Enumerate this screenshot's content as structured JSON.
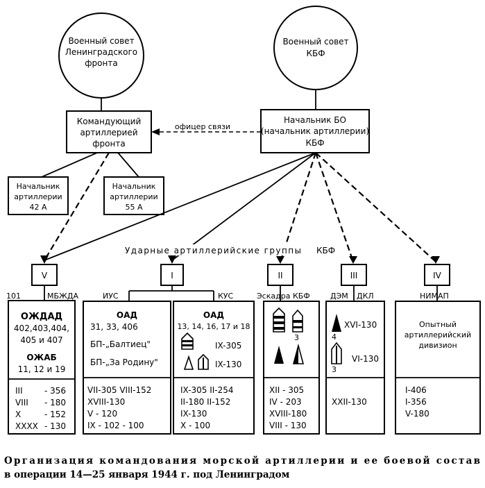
{
  "councils": {
    "front": [
      "Военный совет",
      "Ленинградского",
      "фронта"
    ],
    "kbf": [
      "Военный совет",
      "КБФ"
    ]
  },
  "commanders": {
    "front_artillery": [
      "Командующий",
      "артиллерией",
      "фронта"
    ],
    "bo_chief": [
      "Начальник БО",
      "(начальник артиллерии)",
      "КБФ"
    ],
    "liaison": "офицер связи"
  },
  "army_chiefs": [
    [
      "Начальник",
      "артиллерии",
      "42 А"
    ],
    [
      "Начальник",
      "артиллерии",
      "55 А"
    ]
  ],
  "strike_groups_label": {
    "text": "Ударные артиллерийские группы",
    "kbf": "КБФ"
  },
  "groups": {
    "V": {
      "numeral": "V",
      "labels": [
        "101",
        "МБЖДА"
      ]
    },
    "I": {
      "numeral": "I",
      "labels": [
        "ИУС",
        "КУС"
      ]
    },
    "II": {
      "numeral": "II",
      "labels": [
        "Эскадра КБФ"
      ]
    },
    "III": {
      "numeral": "III",
      "labels": [
        "ДЭМ",
        "ДКЛ"
      ]
    },
    "IV": {
      "numeral": "IV",
      "labels": [
        "НИМАП"
      ]
    }
  },
  "units": {
    "mbzhda": {
      "ozhdad": [
        "ОЖДАД",
        "402,403,404,",
        "405 и 407"
      ],
      "ozhab": [
        "ОЖАБ",
        "11, 12 и 19"
      ],
      "list": [
        [
          "III",
          "- 356"
        ],
        [
          "VIII",
          "- 180"
        ],
        [
          "X",
          "- 152"
        ],
        [
          "XXXX",
          "- 130"
        ]
      ]
    },
    "ius": {
      "title": "ОАД",
      "lines": [
        "31, 33, 406",
        "БП-„Балтиец\"",
        "БП-„За Родину\""
      ],
      "list": [
        "VII-305  VIII-152",
        "XVIII-130",
        "V  - 120",
        "IX - 102 - 100"
      ]
    },
    "kus": {
      "title": "ОАД",
      "sub": "13, 14, 16, 17 и 18",
      "tags": [
        "IX-305",
        "IX-130"
      ],
      "list": [
        "IX-305  II-254",
        "II-180  II-152",
        "IX-130",
        "X  - 100"
      ]
    },
    "squadron": {
      "icon_num": "3",
      "list": [
        "XII - 305",
        "IV   - 203",
        "XVIII-180",
        "VIII - 130"
      ]
    },
    "dem": {
      "tags": [
        "XVI-130",
        "VI-130"
      ],
      "nums": [
        "4",
        "3"
      ],
      "list": [
        "XXII-130"
      ]
    },
    "nimap": {
      "title": [
        "Опытный",
        "артиллерийский",
        "дивизион"
      ],
      "list": [
        "I-406",
        "I-356",
        "V-180"
      ]
    }
  },
  "caption": [
    "Организация командования морской артиллерии и ее боевой состав",
    "в операции 14—25 января 1944 г. под Ленинградом"
  ]
}
